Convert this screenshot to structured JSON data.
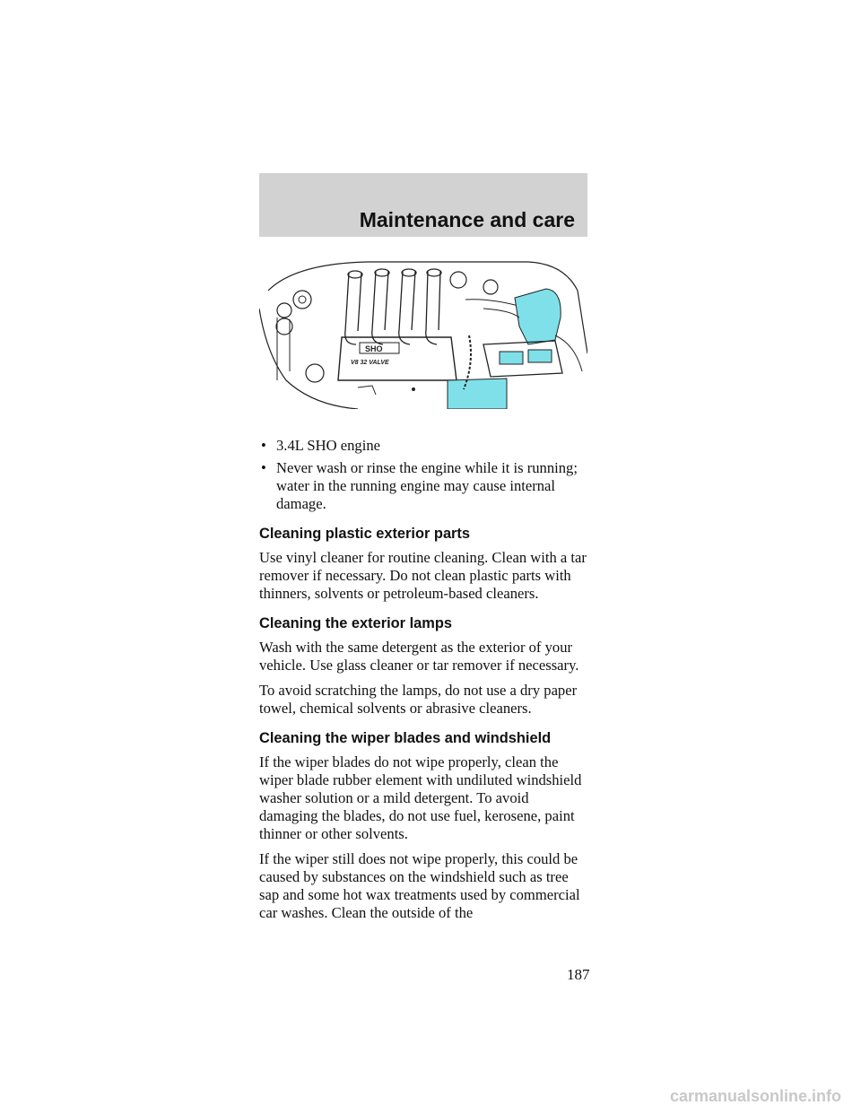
{
  "header": {
    "title": "Maintenance and care"
  },
  "figure": {
    "engine_badge": "SHO",
    "engine_label": "V8    32    VALVE",
    "highlight_color": "#7fe0ea"
  },
  "bullets": [
    "3.4L SHO engine",
    "Never wash or rinse the engine while it is running; water in the running engine may cause internal damage."
  ],
  "sections": [
    {
      "heading": "Cleaning plastic exterior parts",
      "paragraphs": [
        "Use vinyl cleaner for routine cleaning. Clean with a tar remover if necessary. Do not clean plastic parts with thinners, solvents or petroleum-based cleaners."
      ]
    },
    {
      "heading": "Cleaning the exterior lamps",
      "paragraphs": [
        "Wash with the same detergent as the exterior of your vehicle. Use glass cleaner or tar remover if necessary.",
        "To avoid scratching the lamps, do not use a dry paper towel, chemical solvents or abrasive cleaners."
      ]
    },
    {
      "heading": "Cleaning the wiper blades and windshield",
      "paragraphs": [
        "If the wiper blades do not wipe properly, clean the wiper blade rubber element with undiluted windshield washer solution or a mild detergent. To avoid damaging the blades, do not use fuel, kerosene, paint thinner or other solvents.",
        "If the wiper still does not wipe properly, this could be caused by substances on the windshield such as tree sap and some hot wax treatments used by commercial car washes. Clean the outside of the"
      ]
    }
  ],
  "page_number": "187",
  "watermark": "carmanualsonline.info"
}
